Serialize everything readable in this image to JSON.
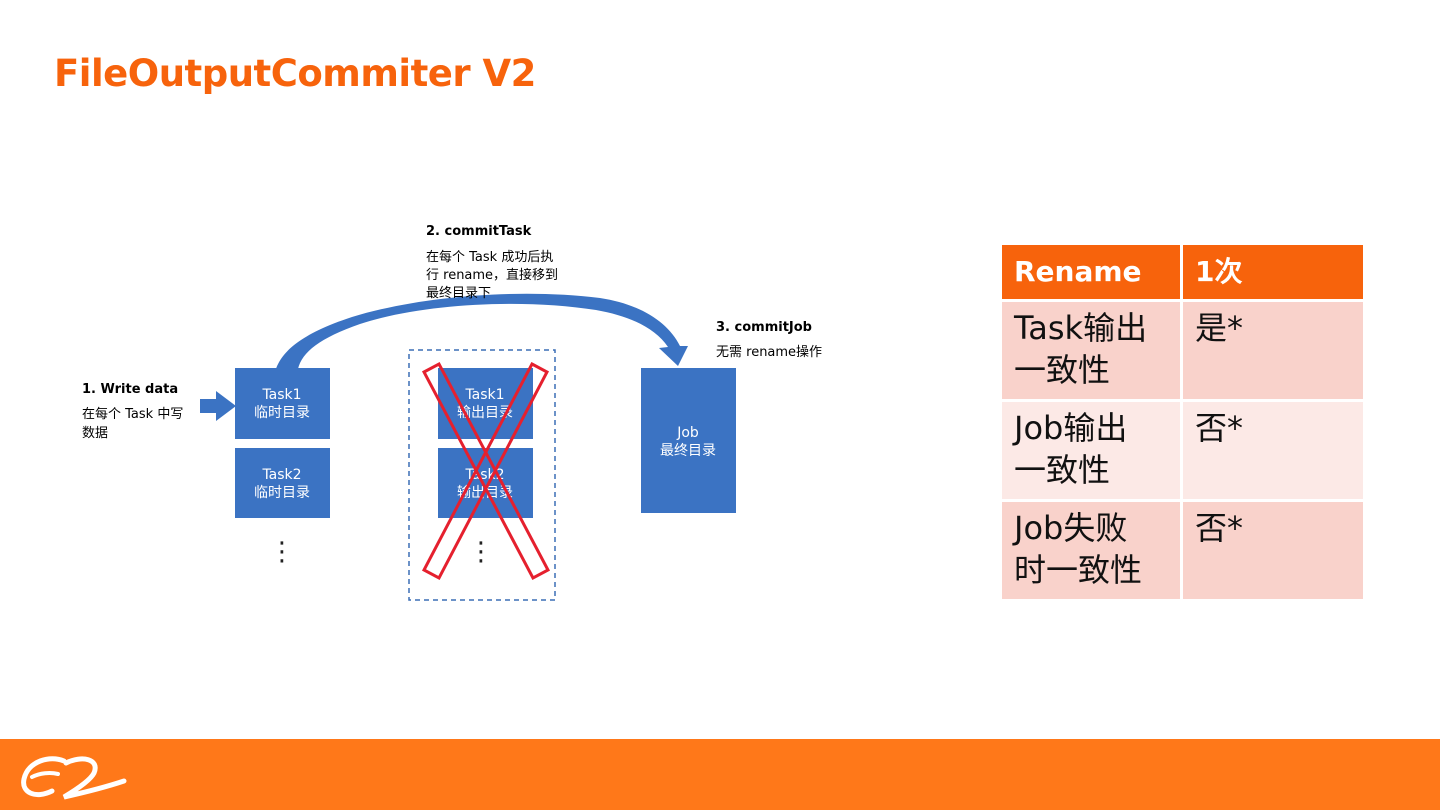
{
  "slide": {
    "title": "FileOutputCommiter V2"
  },
  "diagram": {
    "step1": {
      "heading": "1.   Write data",
      "lines": [
        "在每个 Task 中写",
        "数据"
      ]
    },
    "step2": {
      "heading": "2. commitTask",
      "lines": [
        "在每个 Task 成功后执",
        "行 rename，直接移到",
        "最终目录下"
      ]
    },
    "step3": {
      "heading": "3. commitJob",
      "lines": [
        "无需 rename操作"
      ]
    },
    "temp_boxes": [
      {
        "line1": "Task1",
        "line2": "临时目录"
      },
      {
        "line1": "Task2",
        "line2": "临时目录"
      }
    ],
    "output_boxes": [
      {
        "line1": "Task1",
        "line2": "输出目录"
      },
      {
        "line1": "Task2",
        "line2": "输出目录"
      }
    ],
    "job_box": {
      "line1": "Job",
      "line2": "最终目录"
    },
    "ellipsis": "⋮",
    "colors": {
      "box": "#3B73C3",
      "arrow": "#3B73C3",
      "cross": "#E5202E",
      "dash": "#3B6EB5"
    }
  },
  "table": {
    "header": [
      "Rename",
      "1次"
    ],
    "rows": [
      [
        "Task输出\n一致性",
        "是*"
      ],
      [
        "Job输出\n一致性",
        "否*"
      ],
      [
        "Job失败\n时一致性",
        "否*"
      ]
    ]
  },
  "footer": {
    "color": "#FF7819",
    "logo": "alibaba-logo"
  }
}
